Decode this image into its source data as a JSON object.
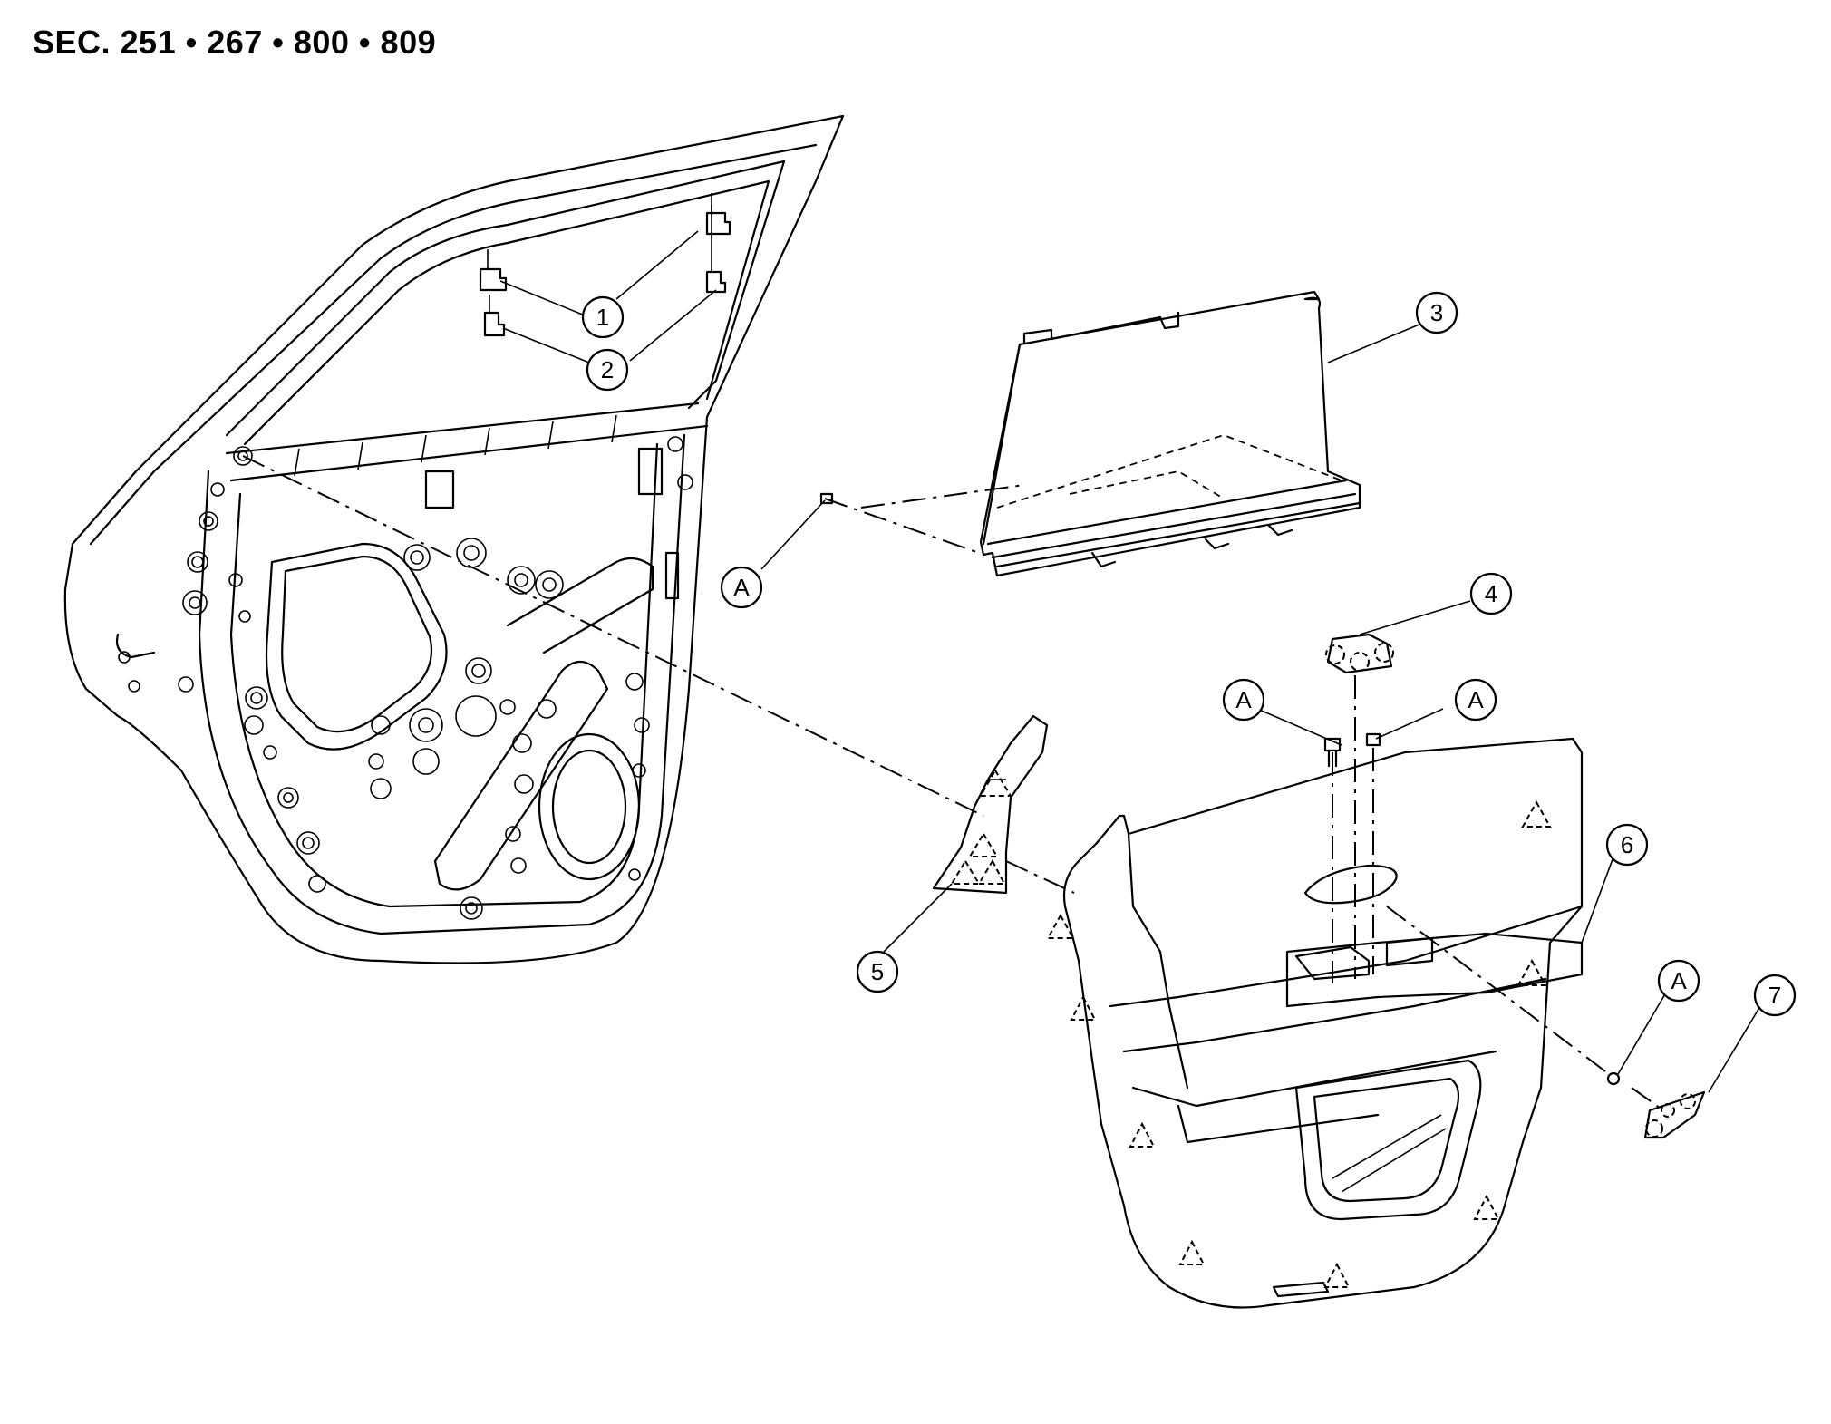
{
  "header": {
    "section_text": "SEC. 251 • 267 • 800 • 809"
  },
  "callouts": {
    "c1": "1",
    "c2": "2",
    "c3": "3",
    "c4": "4",
    "c5": "5",
    "c6": "6",
    "c7": "7",
    "a1": "A",
    "a2": "A",
    "a3": "A",
    "a4": "A"
  }
}
